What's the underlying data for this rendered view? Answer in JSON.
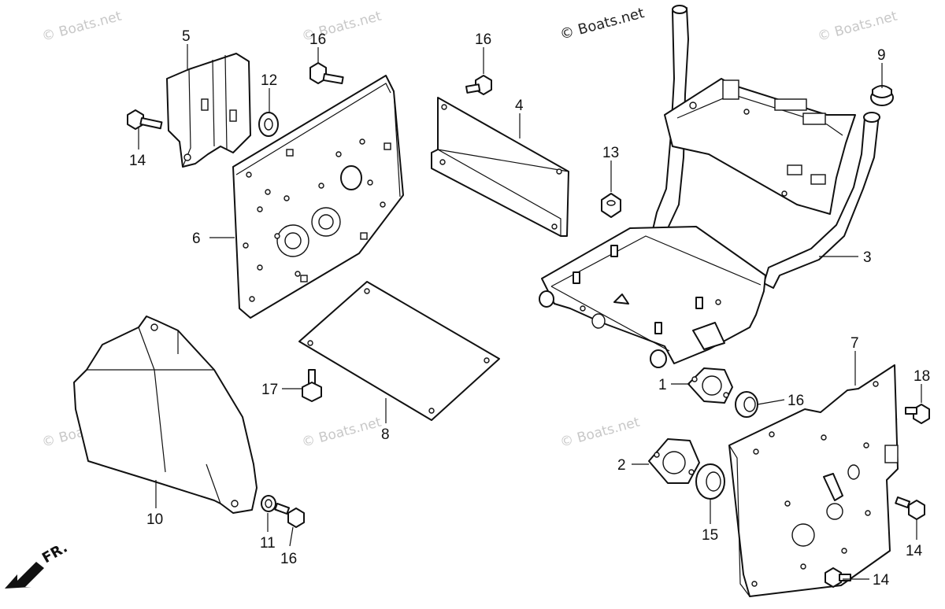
{
  "watermark_text": "© Boats.net",
  "watermark_main": "© Boats.net",
  "direction_label": "FR.",
  "callouts": [
    {
      "id": "c1",
      "label": "1"
    },
    {
      "id": "c2",
      "label": "2"
    },
    {
      "id": "c3",
      "label": "3"
    },
    {
      "id": "c4",
      "label": "4"
    },
    {
      "id": "c5",
      "label": "5"
    },
    {
      "id": "c6",
      "label": "6"
    },
    {
      "id": "c7",
      "label": "7"
    },
    {
      "id": "c8",
      "label": "8"
    },
    {
      "id": "c9",
      "label": "9"
    },
    {
      "id": "c10",
      "label": "10"
    },
    {
      "id": "c11",
      "label": "11"
    },
    {
      "id": "c12",
      "label": "12"
    },
    {
      "id": "c13",
      "label": "13"
    },
    {
      "id": "c14a",
      "label": "14"
    },
    {
      "id": "c14b",
      "label": "14"
    },
    {
      "id": "c14c",
      "label": "14"
    },
    {
      "id": "c15",
      "label": "15"
    },
    {
      "id": "c16a",
      "label": "16"
    },
    {
      "id": "c16b",
      "label": "16"
    },
    {
      "id": "c16c",
      "label": "16"
    },
    {
      "id": "c16d",
      "label": "16"
    },
    {
      "id": "c17",
      "label": "17"
    },
    {
      "id": "c18",
      "label": "18"
    }
  ]
}
